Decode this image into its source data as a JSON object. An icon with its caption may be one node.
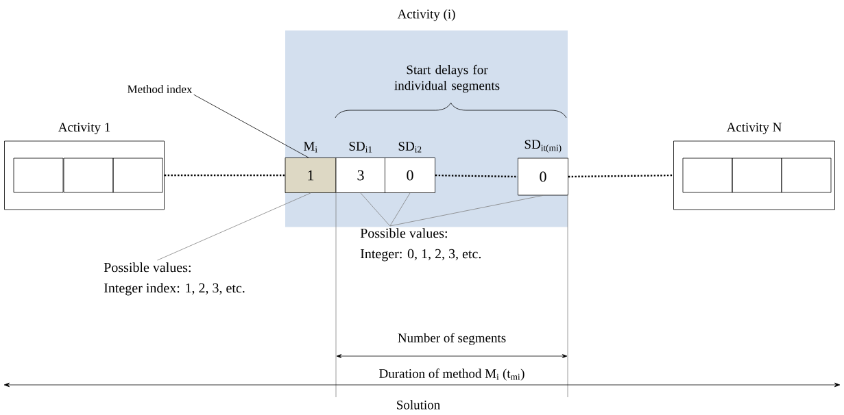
{
  "diagram": {
    "nodes": [
      {
        "text": [
          "Activity 1"
        ]
      },
      {
        "text": [],
        "shape": "box",
        "in": 0
      },
      {
        "text": [],
        "shape": "box",
        "in": 0
      },
      {
        "text": [],
        "shape": "box",
        "in": 0
      },
      {
        "text": [
          "Activity (i)"
        ]
      },
      {
        "text": [
          "M$_{i}$",
          "1"
        ],
        "in": 4
      },
      {
        "text": [
          "SD$_{i1}$",
          "3"
        ],
        "in": 4
      },
      {
        "text": [
          "SD$_{i2}$",
          "0"
        ],
        "in": 4
      },
      {
        "text": [
          "SD$_{it(mi)}$",
          "0"
        ],
        "in": 4
      },
      {
        "text": [
          "Activity N"
        ]
      },
      {
        "text": [],
        "shape": "box",
        "in": 9
      },
      {
        "text": [],
        "shape": "box",
        "in": 9
      },
      {
        "text": [],
        "shape": "box",
        "in": 9
      },
      {
        "text": [
          "Method index"
        ]
      },
      {
        "text": [
          "Possible values:",
          "Integer index: 1, 2, 3, etc."
        ]
      },
      {
        "text": [
          "Possible values:",
          "Integer: 0, 1, 2, 3, etc."
        ]
      }
    ],
    "edges": [
      {
        "from": 0,
        "to": 5,
        "arrow": "none",
        "style": "dashed"
      },
      {
        "from": 7,
        "to": 8,
        "arrow": "none",
        "style": "dashed"
      },
      {
        "from": 8,
        "to": 9,
        "arrow": "none",
        "style": "dashed"
      },
      {
        "from": 13,
        "to": 5,
        "arrow": "none"
      },
      {
        "from": 14,
        "to": 5,
        "arrow": "none",
        "color": "#808080"
      },
      {
        "from": 15,
        "to": 6,
        "arrow": "none",
        "color": "#808080"
      },
      {
        "from": 15,
        "to": 7,
        "arrow": "none",
        "color": "#808080"
      },
      {
        "from": 15,
        "to": 8,
        "arrow": "none",
        "color": "#808080"
      }
    ],
    "labels": [
      "Start delays for individual segments",
      "Number of segments",
      "Duration of method M$_{i}$ (t$_{mi}$)",
      "Solution"
    ]
  }
}
